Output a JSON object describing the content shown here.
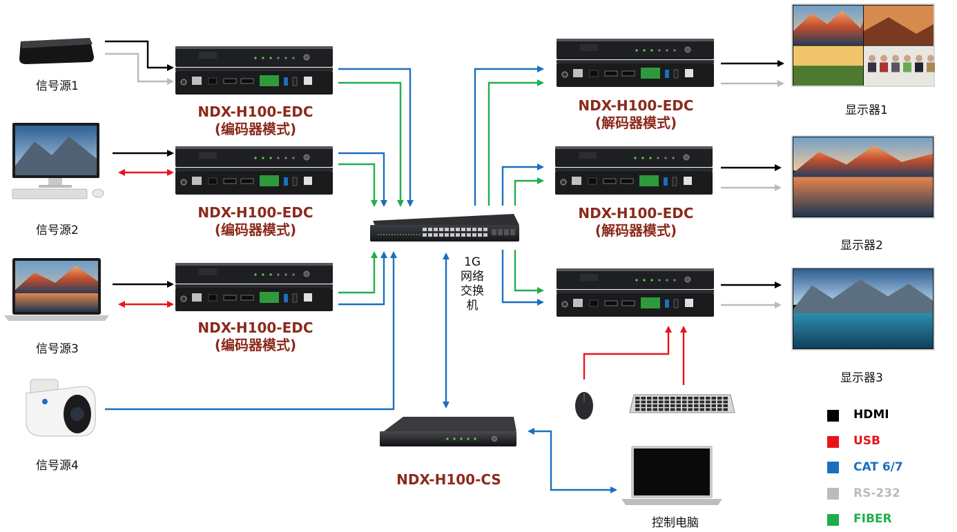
{
  "sources": {
    "s1": "信号源1",
    "s2": "信号源2",
    "s3": "信号源3",
    "s4": "信号源4"
  },
  "encoders": {
    "e1": {
      "model": "NDX-H100-EDC",
      "mode": "(编码器模式)"
    },
    "e2": {
      "model": "NDX-H100-EDC",
      "mode": "(编码器模式)"
    },
    "e3": {
      "model": "NDX-H100-EDC",
      "mode": "(编码器模式)"
    }
  },
  "decoders": {
    "d1": {
      "model": "NDX-H100-EDC",
      "mode": "(解码器模式)"
    },
    "d2": {
      "model": "NDX-H100-EDC",
      "mode": "(解码器模式)"
    }
  },
  "switch_label": [
    "1G",
    "网络",
    "交换",
    "机"
  ],
  "controller": "NDX-H100-CS",
  "control_pc": "控制电脑",
  "displays": {
    "m1": "显示器1",
    "m2": "显示器2",
    "m3": "显示器3"
  },
  "legend": [
    {
      "label": "HDMI",
      "color": "#000000"
    },
    {
      "label": "USB",
      "color": "#e8141b"
    },
    {
      "label": "CAT 6/7",
      "color": "#1b6fbf"
    },
    {
      "label": "RS-232",
      "color": "#bbbbbb"
    },
    {
      "label": "FIBER",
      "color": "#1fae4c"
    }
  ],
  "colors": {
    "hdmi": "#000000",
    "usb": "#e8141b",
    "cat": "#1b6fbf",
    "rs232": "#bbbbbb",
    "fiber": "#1fae4c",
    "device_label": "#8b2a1c"
  }
}
